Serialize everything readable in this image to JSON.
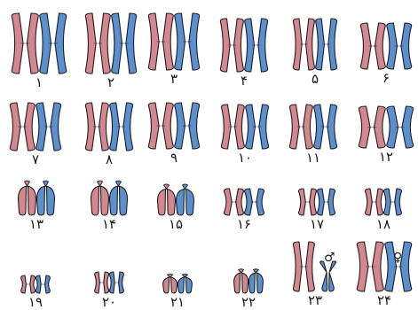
{
  "colors": {
    "maternal": "#d4878f",
    "paternal": "#5a8fd0",
    "outline": "#1f1f1f"
  },
  "pairs": [
    {
      "number": "۱"
    },
    {
      "number": "۲"
    },
    {
      "number": "۳"
    },
    {
      "number": "۴"
    },
    {
      "number": "۵"
    },
    {
      "number": "۶"
    },
    {
      "number": "۷"
    },
    {
      "number": "۸"
    },
    {
      "number": "۹"
    },
    {
      "number": "۱۰"
    },
    {
      "number": "۱۱"
    },
    {
      "number": "۱۲"
    },
    {
      "number": "۱۳"
    },
    {
      "number": "۱۴"
    },
    {
      "number": "۱۵"
    },
    {
      "number": "۱۶"
    },
    {
      "number": "۱۷"
    },
    {
      "number": "۱۸"
    },
    {
      "number": "۱۹"
    },
    {
      "number": "۲۰"
    },
    {
      "number": "۲۱"
    },
    {
      "number": "۲۲"
    },
    {
      "number": "۲۳",
      "symbol": "♂"
    },
    {
      "number": "۲۴",
      "symbol": "♀"
    }
  ]
}
